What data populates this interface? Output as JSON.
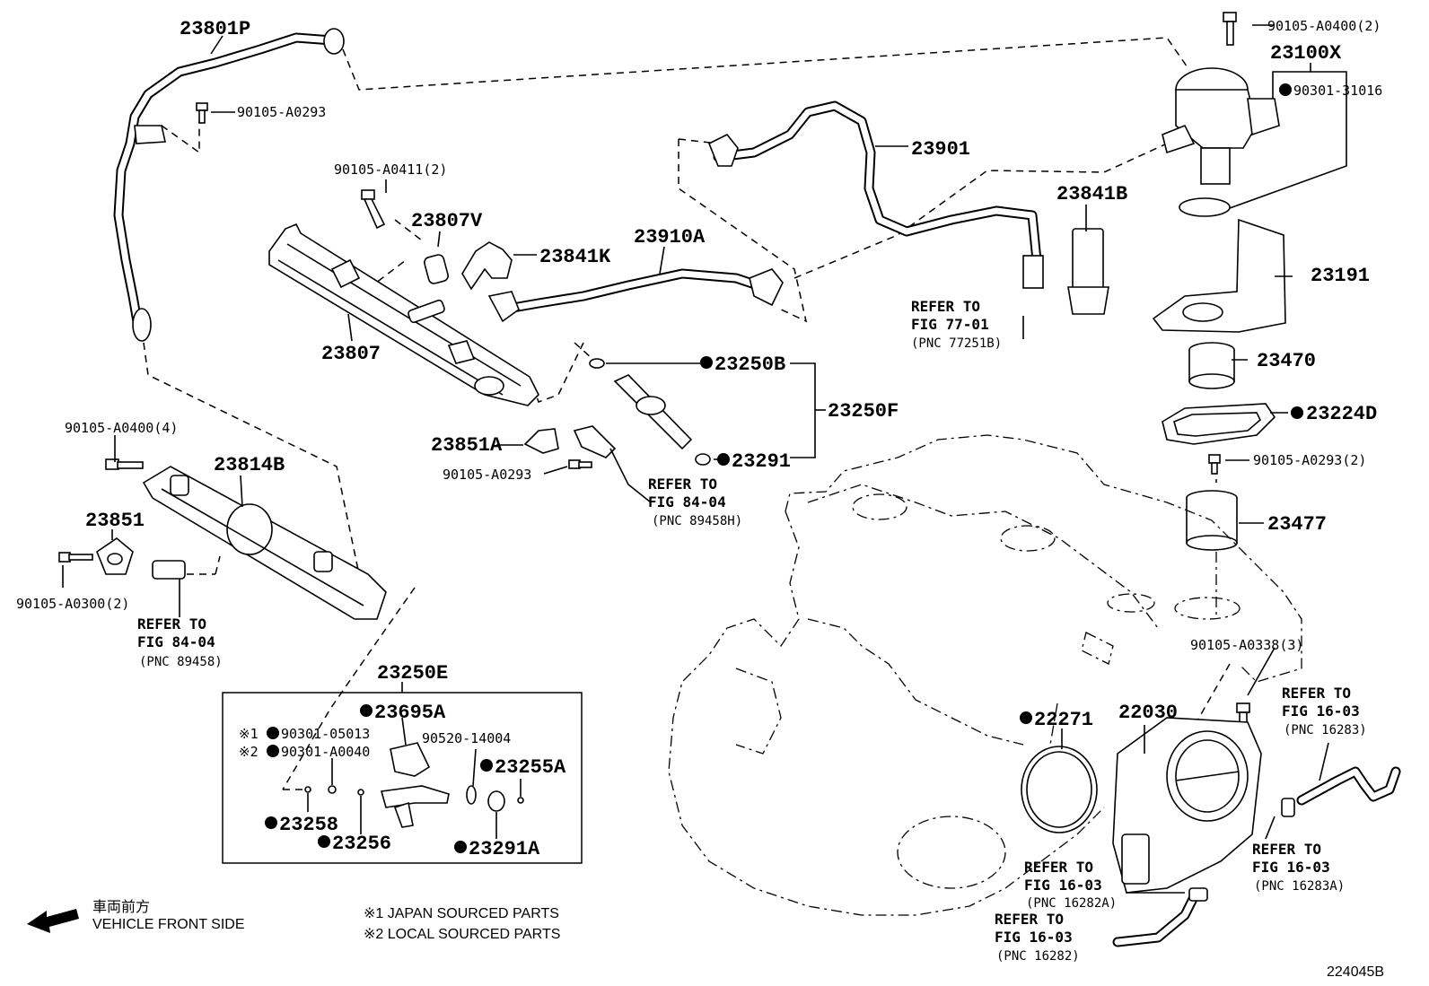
{
  "diagram_id": "224045B",
  "parts": {
    "p23801P": "23801P",
    "p90105_A0293_top": "90105-A0293",
    "p90105_A0411": "90105-A0411(2)",
    "p23807V": "23807V",
    "p23841K": "23841K",
    "p23910A": "23910A",
    "p23807": "23807",
    "p23901": "23901",
    "p23841B": "23841B",
    "p90105_A0400_2": "90105-A0400(2)",
    "p23100X": "23100X",
    "p90301_31016": "90301-31016",
    "p23191": "23191",
    "p23470": "23470",
    "p23224D": "23224D",
    "p90105_A0293_2": "90105-A0293(2)",
    "p23477": "23477",
    "p23250B": "23250B",
    "p23250F": "23250F",
    "p23291": "23291",
    "p23851A": "23851A",
    "p90105_A0293_mid": "90105-A0293",
    "p90105_A0400_4": "90105-A0400(4)",
    "p23814B": "23814B",
    "p23851": "23851",
    "p90105_A0300": "90105-A0300(2)",
    "p23250E": "23250E",
    "p23695A": "23695A",
    "p90301_05013": "90301-05013",
    "p90301_A0040": "90301-A0040",
    "p90520_14004": "90520-14004",
    "p23255A": "23255A",
    "p23258": "23258",
    "p23256": "23256",
    "p23291A": "23291A",
    "p22271": "22271",
    "p22030": "22030",
    "p90105_A0338": "90105-A0338(3)"
  },
  "markers": {
    "note1": "※1",
    "note2": "※2"
  },
  "refs": {
    "r77": {
      "l1": "REFER TO",
      "l2": "FIG 77-01",
      "l3": "(PNC 77251B)"
    },
    "r84a": {
      "l1": "REFER TO",
      "l2": "FIG 84-04",
      "l3": "(PNC 89458H)"
    },
    "r84b": {
      "l1": "REFER TO",
      "l2": "FIG 84-04",
      "l3": "(PNC 89458)"
    },
    "r16283": {
      "l1": "REFER TO",
      "l2": "FIG 16-03",
      "l3": "(PNC 16283)"
    },
    "r16283A": {
      "l1": "REFER TO",
      "l2": "FIG 16-03",
      "l3": "(PNC 16283A)"
    },
    "r16282A": {
      "l1": "REFER TO",
      "l2": "FIG 16-03",
      "l3": "(PNC 16282A)"
    },
    "r16282": {
      "l1": "REFER TO",
      "l2": "FIG 16-03",
      "l3": "(PNC 16282)"
    }
  },
  "legend": {
    "vehicle_jp": "車両前方",
    "vehicle_en": "VEHICLE FRONT SIDE",
    "note1": "※1 JAPAN SOURCED PARTS",
    "note2": "※2 LOCAL SOURCED PARTS"
  }
}
